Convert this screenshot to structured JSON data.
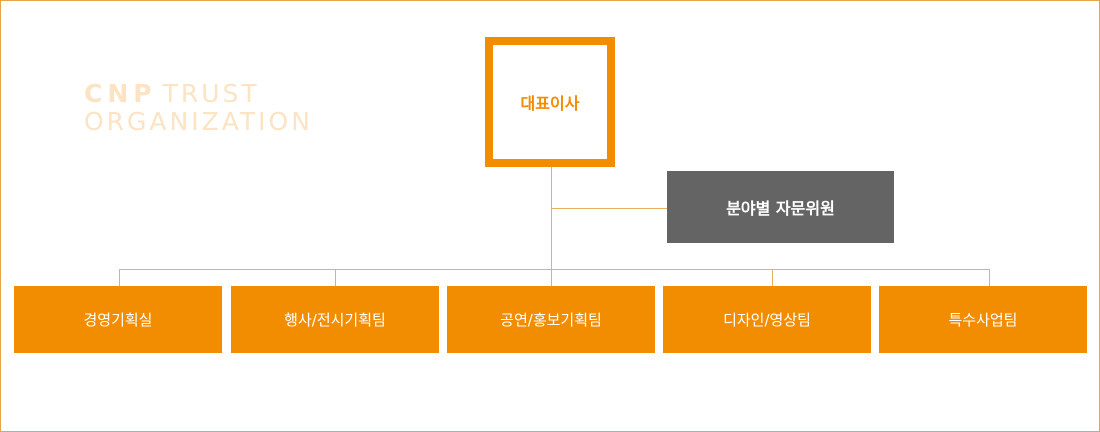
{
  "watermark": {
    "strong": "CNP",
    "light": "TRUST",
    "line2": "ORGANIZATION"
  },
  "chart": {
    "ceo": "대표이사",
    "advisory": "분야별 자문위원",
    "departments": [
      "경영기획실",
      "행사/전시기획팀",
      "공연/홍보기획팀",
      "디자인/영상팀",
      "특수사업팀"
    ]
  },
  "colors": {
    "accent": "#f28c00",
    "connector": "#e9b25a",
    "advisory_bg": "#646464",
    "watermark": "#fbe3c4"
  }
}
